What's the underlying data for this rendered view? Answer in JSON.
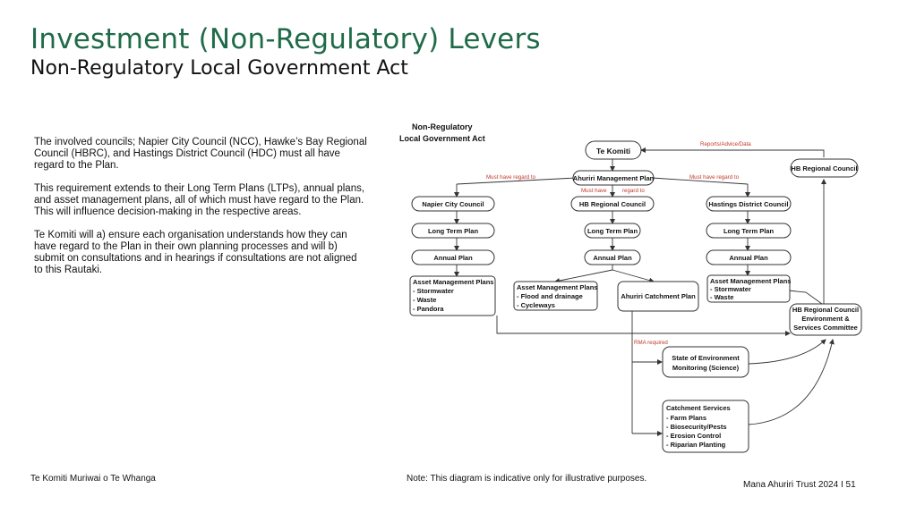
{
  "header": {
    "title": "Investment (Non-Regulatory) Levers",
    "subtitle": "Non-Regulatory Local Government Act"
  },
  "body": {
    "paragraphs": [
      "The involved councils; Napier City Council (NCC), Hawke’s Bay Regional Council (HBRC), and Hastings District Council (HDC) must all have regard to the Plan.",
      "This requirement extends to their Long Term Plans (LTPs), annual plans, and asset management plans, all of which must have regard to the Plan. This will influence decision-making in the respective areas.",
      "Te Komiti will a) ensure each organisation understands how they can have regard to the Plan in their own planning processes and will b) submit on consultations and in hearings if consultations are not aligned to this Rautaki."
    ]
  },
  "diagram": {
    "heading": [
      "Non-Regulatory",
      "Local Government Act"
    ],
    "nodes": {
      "te_komiti": "Te Komiti",
      "ahuriri_mgmt_plan": "Ahuriri Management Plan",
      "hb_regional_council_top": "HB Regional Council",
      "napier": "Napier City Council",
      "hb_regional_council": "HB Regional Council",
      "hastings": "Hastings District Council",
      "ltp_1": "Long Term Plan",
      "ltp_2": "Long Term Plan",
      "ltp_3": "Long Term Plan",
      "annual_1": "Annual Plan",
      "annual_2": "Annual Plan",
      "annual_3": "Annual Plan",
      "amp_napier": [
        "Asset Management Plans",
        "- Stormwater",
        "- Waste",
        "- Pandora"
      ],
      "amp_hbrc": [
        "Asset Management Plans",
        "- Flood and drainage",
        "- Cycleways"
      ],
      "ahuriri_catchment": "Ahuriri Catchment Plan",
      "amp_hastings": [
        "Asset Management Plans",
        "- Stormwater",
        "- Waste"
      ],
      "hbrc_committee": [
        "HB Regional Council",
        "Environment &",
        "Services Committee"
      ],
      "state_env": [
        "State of Environment",
        "Monitoring (Science)"
      ],
      "catchment_services": [
        "Catchment Services",
        "- Farm Plans",
        "- Biosecurity/Pests",
        "- Erosion Control",
        "- Riparian Planting"
      ]
    },
    "edge_labels": {
      "reports": "Reports/Advice/Data",
      "must_left": "Must have regard to",
      "must_right": "Must have regard to",
      "must_mid_a": "Must have",
      "must_mid_b": "regard to",
      "rma": "RMA required"
    }
  },
  "footer": {
    "left": "Te Komiti Muriwai o Te Whanga",
    "note": "Note: This diagram is indicative only for illustrative purposes.",
    "right": "Mana Ahuriri Trust 2024  I  51"
  }
}
